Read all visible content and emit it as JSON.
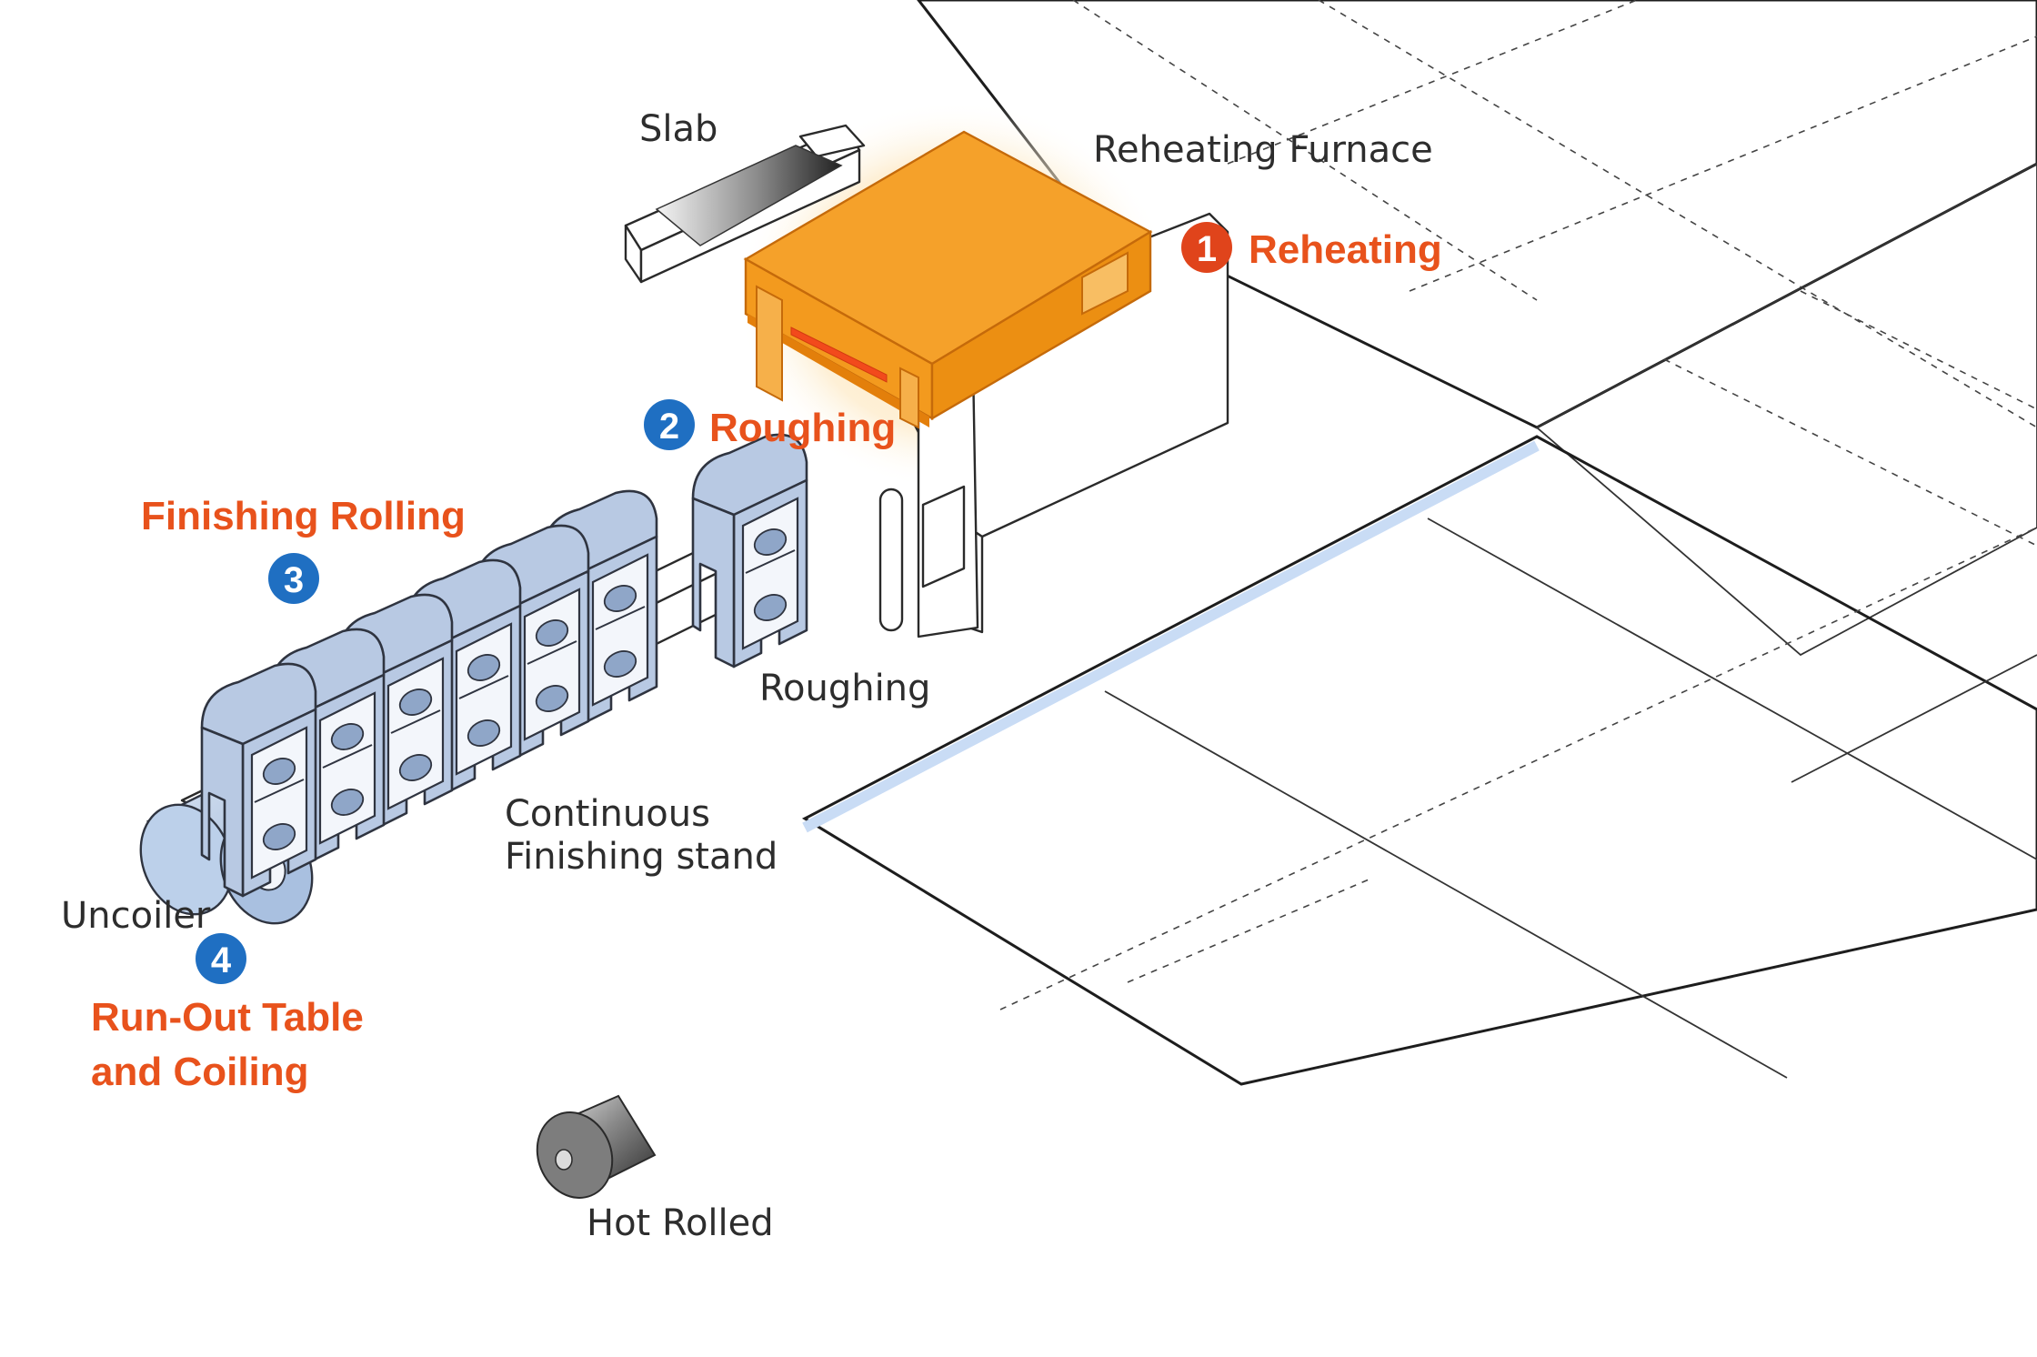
{
  "labels": {
    "slab": "Slab",
    "reheating_furnace": "Reheating Furnace",
    "roughing_machine": "Roughing",
    "continuous_finishing_line1": "Continuous",
    "continuous_finishing_line2": "Finishing stand",
    "uncoiler": "Uncoiler",
    "hot_rolled": "Hot Rolled"
  },
  "steps": [
    {
      "number": "1",
      "title": "Reheating",
      "badge_color": "#e0441b"
    },
    {
      "number": "2",
      "title": "Roughing",
      "badge_color": "#1f6fc2"
    },
    {
      "number": "3",
      "title": "Finishing Rolling",
      "badge_color": "#1f6fc2"
    },
    {
      "number": "4",
      "title_line1": "Run-Out Table",
      "title_line2": "and Coiling",
      "badge_color": "#1f6fc2"
    }
  ],
  "colors": {
    "step_title": "#e8521c",
    "furnace": "#f39a1e",
    "furnace_glow": "#fde6b8",
    "stand": "#b8c9e3",
    "accent_blue_edge": "#c9dcf5"
  }
}
